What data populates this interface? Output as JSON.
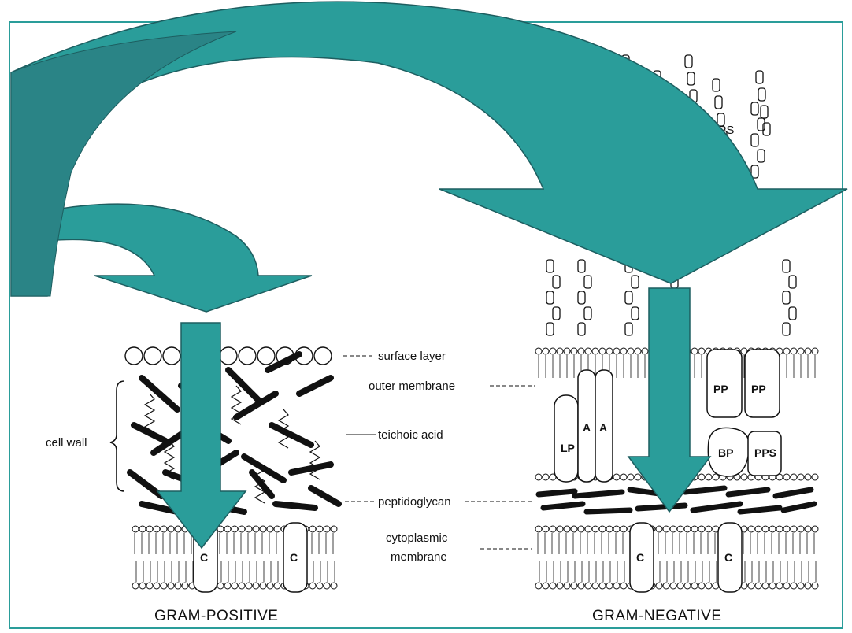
{
  "colors": {
    "arrow_fill": "#2a9d9a",
    "arrow_fill_dark": "#2a8486",
    "arrow_stroke": "#1d5e60",
    "frame": "#2a9d9a",
    "ink": "#111111"
  },
  "labels": {
    "surface_layer": "surface layer",
    "outer_membrane": "outer membrane",
    "teichoic_acid": "teichoic acid",
    "cell_wall": "cell wall",
    "peptidoglycan": "peptidoglycan",
    "cytoplasmic_1": "cytoplasmic",
    "cytoplasmic_2": "membrane",
    "lps": "LPS"
  },
  "protein_labels": {
    "lp": "LP",
    "a1": "A",
    "a2": "A",
    "pp1": "PP",
    "pp2": "PP",
    "bp": "BP",
    "pps": "PPS",
    "c": "C"
  },
  "captions": {
    "gram_positive": "GRAM-POSITIVE",
    "gram_negative": "GRAM-NEGATIVE"
  }
}
